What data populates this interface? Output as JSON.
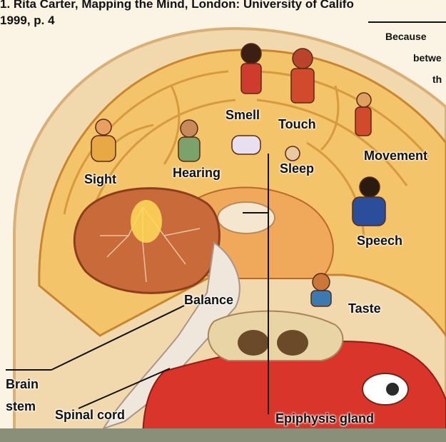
{
  "citation": {
    "line1": "1. Rita Carter, Mapping the Mind, London: University of Califo",
    "line2": "1999, p. 4"
  },
  "side_note": {
    "line1": "Because",
    "line2": "betwe",
    "line3": "th"
  },
  "labels": {
    "sight": "Sight",
    "hearing": "Hearing",
    "smell": "Smell",
    "touch": "Touch",
    "sleep": "Sleep",
    "movement": "Movement",
    "speech": "Speech",
    "taste": "Taste",
    "balance": "Balance",
    "brain_stem_1": "Brain",
    "brain_stem_2": "stem",
    "spinal_cord": "Spinal cord",
    "epiphysis_gland": "Epiphysis gland"
  },
  "colors": {
    "brain": "#f3c46a",
    "cortex_fold": "#e8a848",
    "cerebellum": "#c96a3a",
    "skull": "#f7e3c0",
    "tissue": "#d9352a",
    "leader_line": "#111111"
  }
}
